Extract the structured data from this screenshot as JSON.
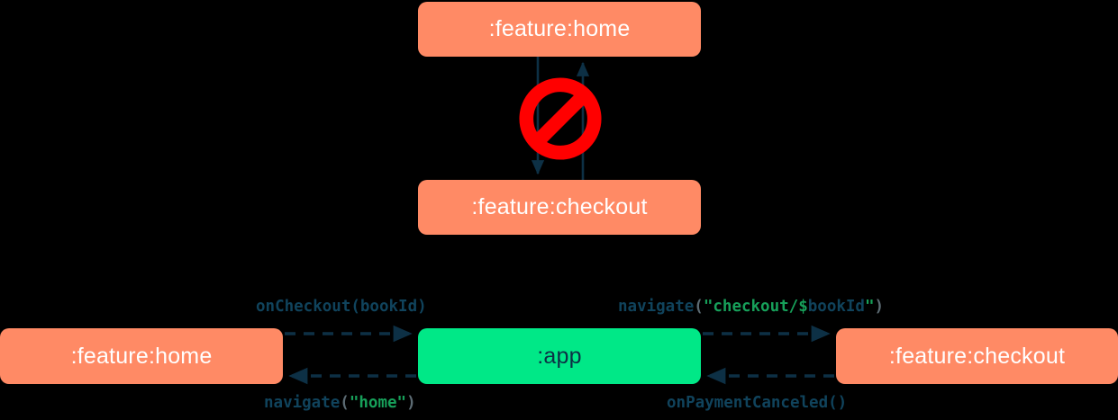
{
  "diagram": {
    "title": "module navigation dependency diagram",
    "background_color": "#000000",
    "top_section": {
      "description": "direct bidirectional dependency between feature modules, marked forbidden",
      "nodes": [
        {
          "id": "home-top",
          "label": ":feature:home",
          "color": "#FF8A65",
          "text_color": "#FFFFFF"
        },
        {
          "id": "checkout-top",
          "label": ":feature:checkout",
          "color": "#FF8A65",
          "text_color": "#FFFFFF"
        }
      ],
      "edges": [
        {
          "from": "home-top",
          "to": "checkout-top",
          "style": "solid",
          "direction": "down",
          "color": "#0D3045"
        },
        {
          "from": "checkout-top",
          "to": "home-top",
          "style": "solid",
          "direction": "up",
          "color": "#0D3045"
        }
      ],
      "badge": {
        "icon": "forbidden-icon",
        "color": "#FF0000",
        "meaning": "not allowed"
      }
    },
    "bottom_section": {
      "description": "app module mediates navigation between feature modules",
      "nodes": [
        {
          "id": "home-bottom",
          "label": ":feature:home",
          "color": "#FF8A65",
          "text_color": "#FFFFFF"
        },
        {
          "id": "app",
          "label": ":app",
          "color": "#00E887",
          "text_color": "#0D3045"
        },
        {
          "id": "checkout-bottom",
          "label": ":feature:checkout",
          "color": "#FF8A65",
          "text_color": "#FFFFFF"
        }
      ],
      "edges": [
        {
          "from": "home-bottom",
          "to": "app",
          "style": "dashed",
          "direction": "right",
          "label_plain": "onCheckout(bookId)",
          "label_tokens": [
            {
              "text": "onCheckout(bookId)",
              "type": "ident",
              "color": "#10435C"
            }
          ]
        },
        {
          "from": "app",
          "to": "checkout-bottom",
          "style": "dashed",
          "direction": "right",
          "label_plain": "navigate(\"checkout/$bookId\")",
          "label_tokens": [
            {
              "text": "navigate",
              "type": "ident",
              "color": "#10435C"
            },
            {
              "text": "(",
              "type": "punct",
              "color": "#5C6B73"
            },
            {
              "text": "\"checkout/$",
              "type": "str",
              "color": "#17A05A"
            },
            {
              "text": "bookId",
              "type": "ident",
              "color": "#10435C"
            },
            {
              "text": "\"",
              "type": "str",
              "color": "#17A05A"
            },
            {
              "text": ")",
              "type": "punct",
              "color": "#5C6B73"
            }
          ]
        },
        {
          "from": "app",
          "to": "home-bottom",
          "style": "dashed",
          "direction": "left",
          "label_plain": "navigate(\"home\")",
          "label_tokens": [
            {
              "text": "navigate",
              "type": "ident",
              "color": "#10435C"
            },
            {
              "text": "(",
              "type": "punct",
              "color": "#5C6B73"
            },
            {
              "text": "\"home\"",
              "type": "str",
              "color": "#17A05A"
            },
            {
              "text": ")",
              "type": "punct",
              "color": "#5C6B73"
            }
          ]
        },
        {
          "from": "checkout-bottom",
          "to": "app",
          "style": "dashed",
          "direction": "left",
          "label_plain": "onPaymentCanceled()",
          "label_tokens": [
            {
              "text": "onPaymentCanceled()",
              "type": "ident",
              "color": "#10435C"
            }
          ]
        }
      ]
    },
    "colors": {
      "feature_module": "#FF8A65",
      "app_module": "#00E887",
      "edge": "#0D3045",
      "forbidden": "#FF0000",
      "identifier": "#10435C",
      "string": "#17A05A",
      "punctuation": "#5C6B73"
    }
  }
}
